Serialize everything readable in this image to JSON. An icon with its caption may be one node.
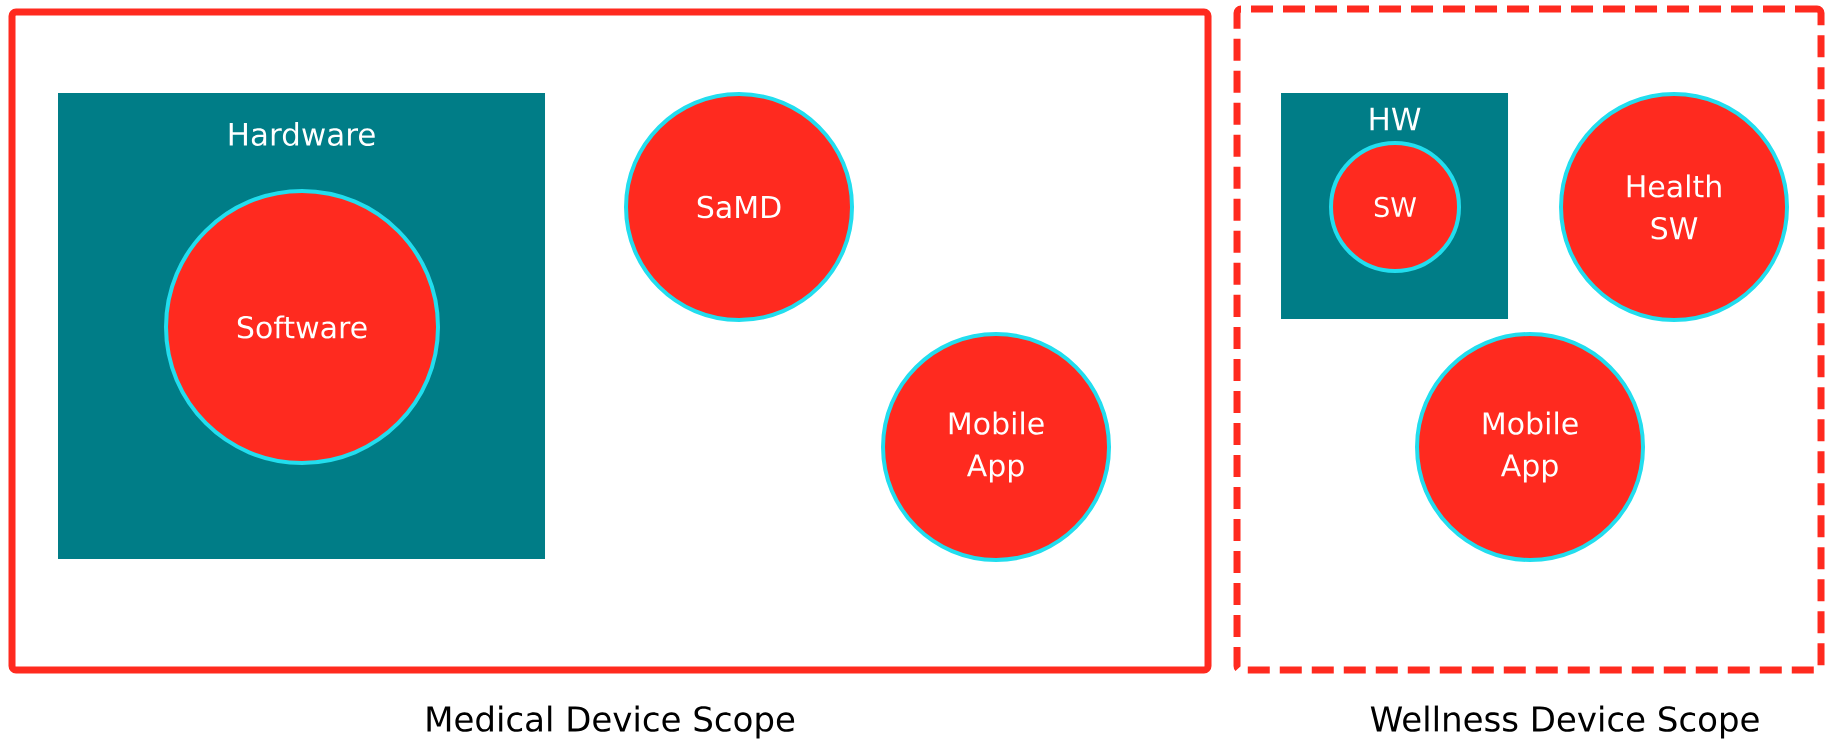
{
  "diagram": {
    "nodes": [
      {
        "text": [
          "Medical Device Scope"
        ]
      },
      {
        "text": [
          "Hardware"
        ],
        "in": 0
      },
      {
        "text": [
          "Software"
        ],
        "in": 1
      },
      {
        "text": [
          "SaMD"
        ],
        "in": 0
      },
      {
        "text": [
          "Mobile App"
        ],
        "in": 0
      },
      {
        "text": [
          "Wellness Device Scope"
        ]
      },
      {
        "text": [
          "HW"
        ],
        "in": 5
      },
      {
        "text": [
          "SW"
        ],
        "in": 6
      },
      {
        "text": [
          "Health SW"
        ],
        "in": 5
      },
      {
        "text": [
          "Mobile App"
        ],
        "in": 5
      }
    ]
  }
}
